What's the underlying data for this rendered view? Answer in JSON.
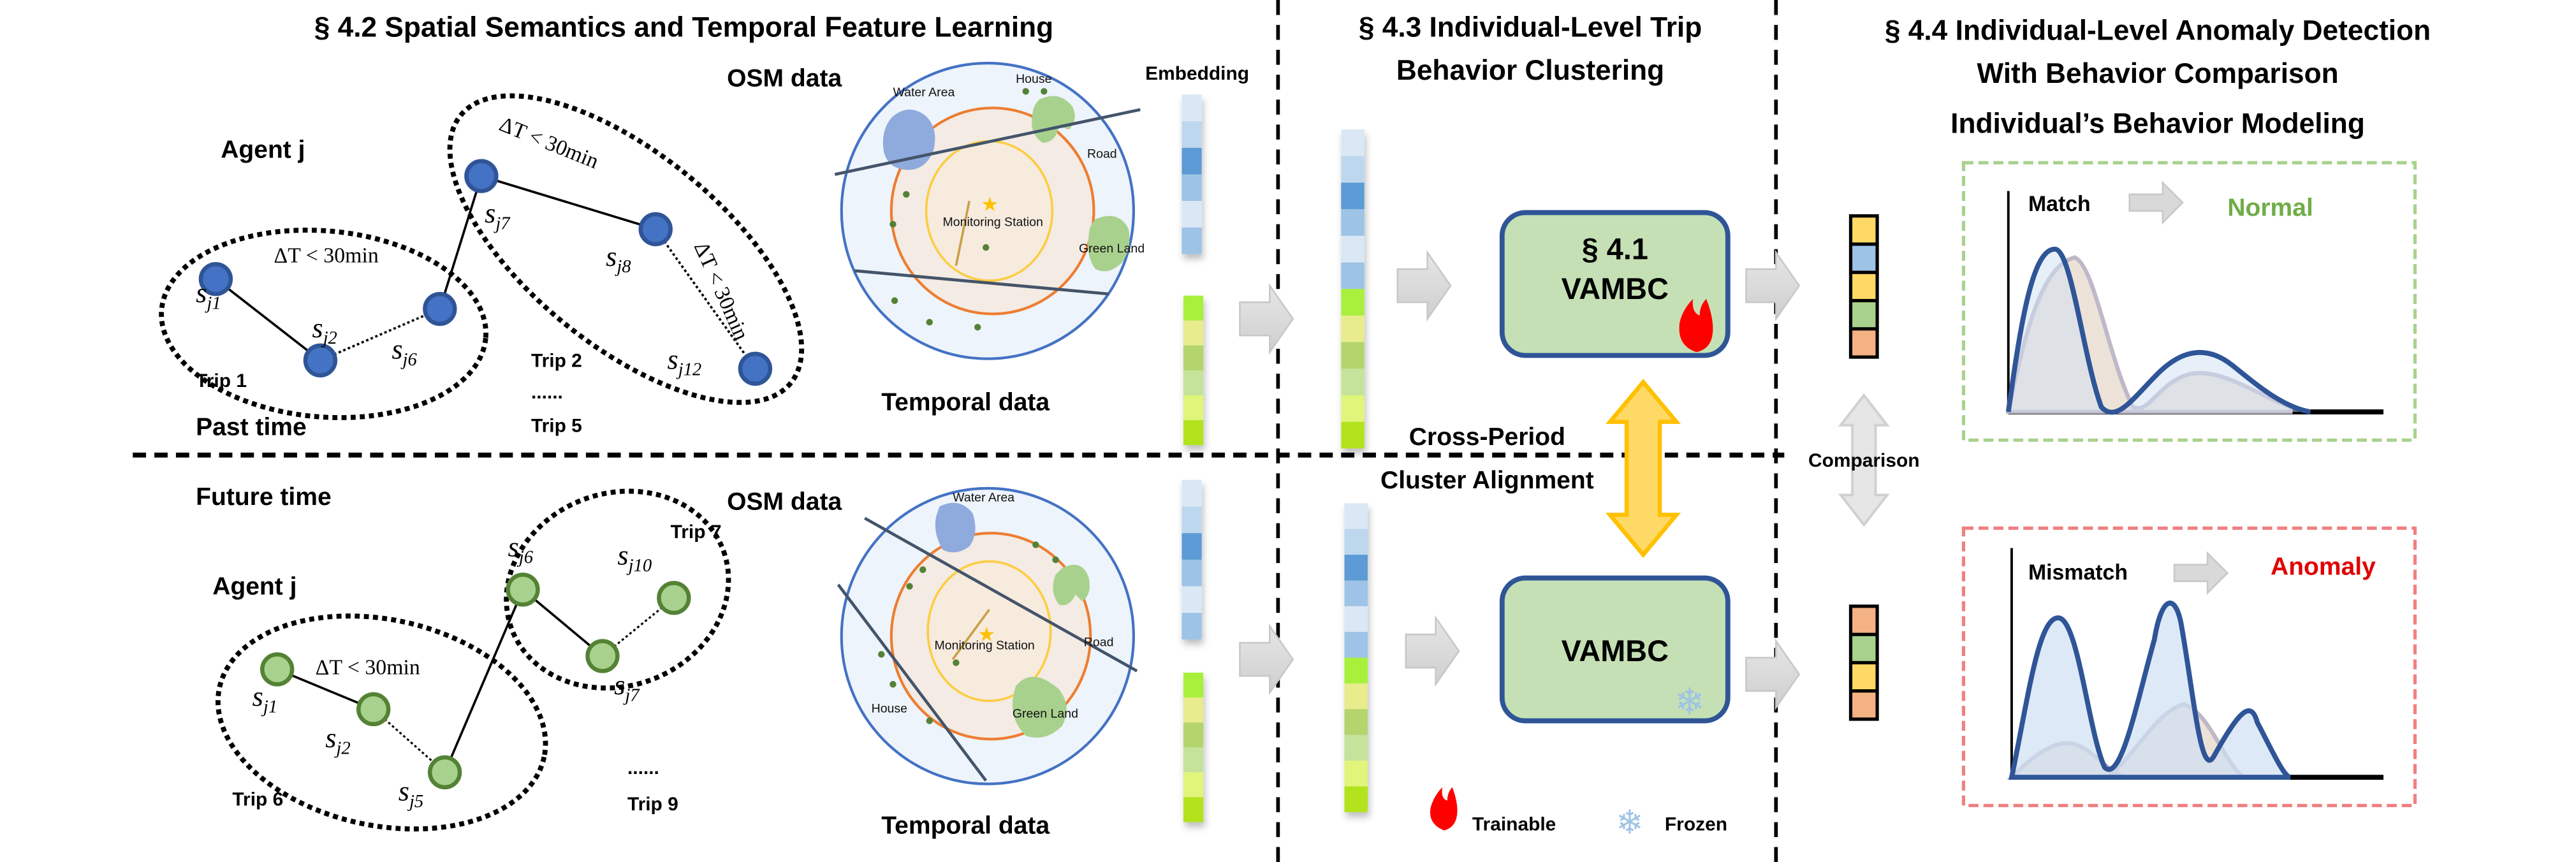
{
  "sections": {
    "s42": "§ 4.2 Spatial Semantics and Temporal Feature Learning",
    "s43_line1": "§ 4.3 Individual-Level Trip",
    "s43_line2": "Behavior Clustering",
    "s44_line1": "§ 4.4 Individual-Level Anomaly Detection",
    "s44_line2": "With Behavior Comparison",
    "s44_line3": "Individual’s Behavior Modeling"
  },
  "past": {
    "period_label": "Past time",
    "agent_label": "Agent j",
    "trips": [
      "Trip 1",
      "Trip 2",
      "Trip 5"
    ],
    "ellipsis": "......",
    "delta_t": "ΔT < 30min",
    "stops": [
      {
        "base": "s",
        "sub": "j1"
      },
      {
        "base": "s",
        "sub": "j2"
      },
      {
        "base": "s",
        "sub": "j6"
      },
      {
        "base": "s",
        "sub": "j7"
      },
      {
        "base": "s",
        "sub": "j8"
      },
      {
        "base": "s",
        "sub": "j12"
      }
    ],
    "node_color": "#4472c4",
    "node_stroke": "#2f5597"
  },
  "future": {
    "period_label": "Future time",
    "agent_label": "Agent j",
    "trips": [
      "Trip 6",
      "Trip 7",
      "Trip 9"
    ],
    "ellipsis": "......",
    "delta_t": "ΔT < 30min",
    "stops": [
      {
        "base": "s",
        "sub": "j1"
      },
      {
        "base": "s",
        "sub": "j2"
      },
      {
        "base": "s",
        "sub": "j5"
      },
      {
        "base": "s",
        "sub": "j6"
      },
      {
        "base": "s",
        "sub": "j7"
      },
      {
        "base": "s",
        "sub": "j10"
      }
    ],
    "node_color": "#a9d18e",
    "node_stroke": "#548235"
  },
  "osm": {
    "title": "OSM data",
    "labels": {
      "water": "Water Area",
      "house": "House",
      "road": "Road",
      "station": "Monitoring Station",
      "green": "Green Land"
    }
  },
  "temporal": {
    "title": "Temporal data"
  },
  "embedding": {
    "title": "Embedding",
    "spatial_colors": [
      "#dae8f5",
      "#bdd7ee",
      "#5b9bd5",
      "#9dc3e6",
      "#dae8f5",
      "#9dc3e6"
    ],
    "temporal_colors": [
      "#a9f03c",
      "#e8ec8c",
      "#b4d46e",
      "#c5e39a",
      "#e0f57a",
      "#b2e31a"
    ]
  },
  "clustering": {
    "model_top_section": "§ 4.1",
    "model_top_name": "VAMBC",
    "model_bottom_name": "VAMBC",
    "alignment_line1": "Cross-Period",
    "alignment_line2": "Cluster Alignment",
    "legend_trainable": "Trainable",
    "legend_frozen": "Frozen"
  },
  "comparison": {
    "label": "Comparison",
    "top_vector": [
      "#ffd966",
      "#9dc3e6",
      "#ffd966",
      "#a9d18e",
      "#f4b183"
    ],
    "bottom_vector": [
      "#f4b183",
      "#a9d18e",
      "#ffd966",
      "#f4b183"
    ],
    "normal_panel": {
      "match": "Match",
      "result": "Normal",
      "result_color": "#70ad47",
      "border": "#a9d18e"
    },
    "anomaly_panel": {
      "match": "Mismatch",
      "result": "Anomaly",
      "result_color": "#e00000",
      "border": "#f08080"
    }
  }
}
